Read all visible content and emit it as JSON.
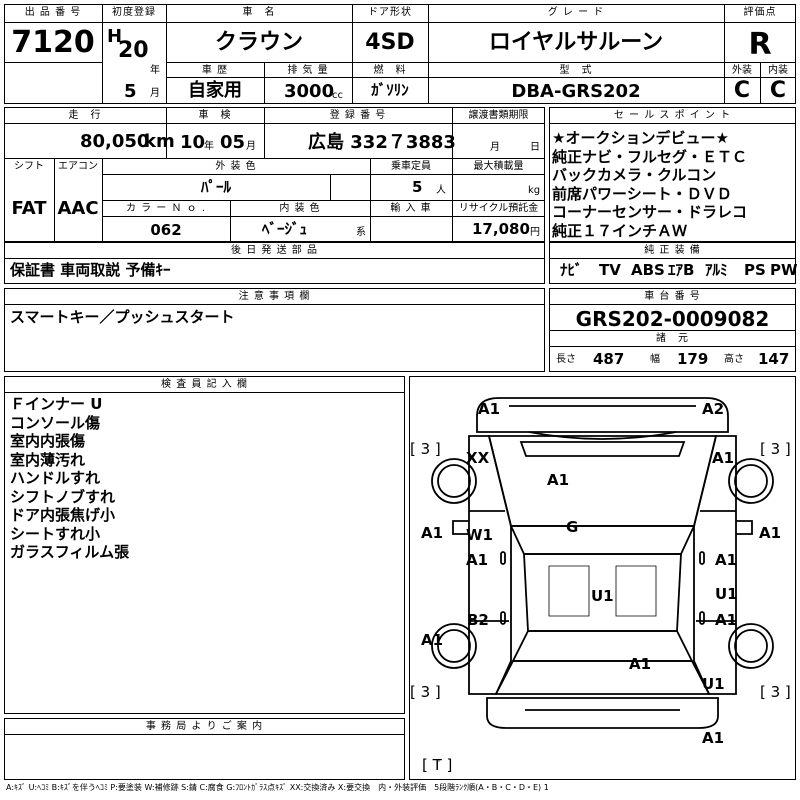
{
  "lot": {
    "label": "出 品 番 号",
    "value": "7120"
  },
  "first_reg": {
    "label": "初度登録",
    "era": "H",
    "year": "20",
    "year_unit": "年",
    "month": "5",
    "month_unit": "月"
  },
  "car_name": {
    "label": "車　名",
    "value": "クラウン"
  },
  "door": {
    "label": "ドア形状",
    "value": "4SD"
  },
  "grade": {
    "label": "グ レ ー ド",
    "value": "ロイヤルサルーン"
  },
  "score": {
    "label": "評価点",
    "value": "R",
    "ext_label": "外装",
    "int_label": "内装",
    "ext_value": "C",
    "int_value": "C"
  },
  "history": {
    "label": "車 歴",
    "value": "自家用"
  },
  "displacement": {
    "label": "排 気 量",
    "value": "3000",
    "unit": "cc"
  },
  "fuel": {
    "label": "燃　料",
    "value": "ｶﾞｿﾘﾝ"
  },
  "model": {
    "label": "型　式",
    "value": "DBA-GRS202"
  },
  "mileage": {
    "label": "走　行",
    "value": "80,050",
    "unit": "km"
  },
  "inspection": {
    "label": "車　検",
    "year": "10",
    "year_unit": "年",
    "month": "05",
    "month_unit": "月"
  },
  "plate": {
    "label": "登 録 番 号",
    "value": "広島 332７3883"
  },
  "transfer": {
    "label": "譲渡書類期限",
    "month_unit": "月",
    "day_unit": "日"
  },
  "shift": {
    "label": "シフト",
    "value": "FAT"
  },
  "aircon": {
    "label": "エアコン",
    "value": "AAC"
  },
  "ext_color": {
    "label": "外 装 色",
    "value": "ﾊﾟｰﾙ"
  },
  "capacity": {
    "label": "乗車定員",
    "value": "5",
    "unit": "人"
  },
  "max_load": {
    "label": "最大積載量",
    "unit": "kg"
  },
  "color_no": {
    "label": "カ ラ ー Ｎ ｏ .",
    "value": "062"
  },
  "int_color": {
    "label": "内 装 色",
    "value": "ﾍﾞｰｼﾞｭ",
    "suffix": "系"
  },
  "import": {
    "label": "輸 入 車"
  },
  "recycle": {
    "label": "リサイクル預託金",
    "value": "17,080",
    "unit": "円"
  },
  "later_parts": {
    "label": "後 日 発 送 部 品",
    "value": "保証書 車両取説 予備ｷｰ"
  },
  "sales": {
    "label": "セ ー ル ス ポ イ ン ト",
    "lines": [
      "★オークションデビュー★",
      "純正ナビ・フルセグ・ＥＴＣ",
      "バックカメラ・クルコン",
      "前席パワーシート・ＤＶＤ",
      "コーナーセンサー・ドラレコ",
      "純正１７インチＡＷ"
    ]
  },
  "equipment": {
    "label": "純 正 装 備",
    "items": [
      "ﾅﾋﾞ",
      "TV",
      "ABS",
      "ｴｱB",
      "ｱﾙﾐ",
      "PS",
      "PW"
    ]
  },
  "caution": {
    "label": "注 意 事 項 欄",
    "value": "スマートキー／プッシュスタート"
  },
  "chassis": {
    "label": "車 台 番 号",
    "value": "GRS202-0009082"
  },
  "specs": {
    "label": "諸　元",
    "length_label": "長さ",
    "length": "487",
    "width_label": "幅",
    "width": "179",
    "height_label": "高さ",
    "height": "147"
  },
  "inspector": {
    "label": "検 査 員 記 入 欄",
    "lines": [
      "Ｆインナー U",
      "コンソール傷",
      "室内内張傷",
      "室内薄汚れ",
      "ハンドルすれ",
      "シフトノブすれ",
      "ドア内張焦げ小",
      "シートすれ小",
      "ガラスフィルム張"
    ]
  },
  "office": {
    "label": "事 務 局 よ り ご 案 内"
  },
  "diagram": {
    "marks": [
      "A1",
      "A2",
      "[ 3 ]",
      "[ 3 ]",
      "XX",
      "A1",
      "A1",
      "A1",
      "G",
      "A1",
      "W1",
      "A1",
      "A1",
      "U1",
      "U1",
      "B2",
      "A1",
      "A1",
      "A1",
      "[ 3 ]",
      "U1",
      "[ 3 ]",
      "A1",
      "[ T ]"
    ]
  },
  "legend": "A:ｷｽﾞ U:ﾍｺﾐ B:ｷｽﾞを伴うﾍｺﾐ P:要塗装 W:補修跡 S:錆 C:腐食 G:ﾌﾛﾝﾄｶﾞﾗｽ点ｷｽﾞ XX:交換済み X:要交換　内・外装評価　5段階ﾗﾝｸ順(A・B・C・D・E) 1"
}
